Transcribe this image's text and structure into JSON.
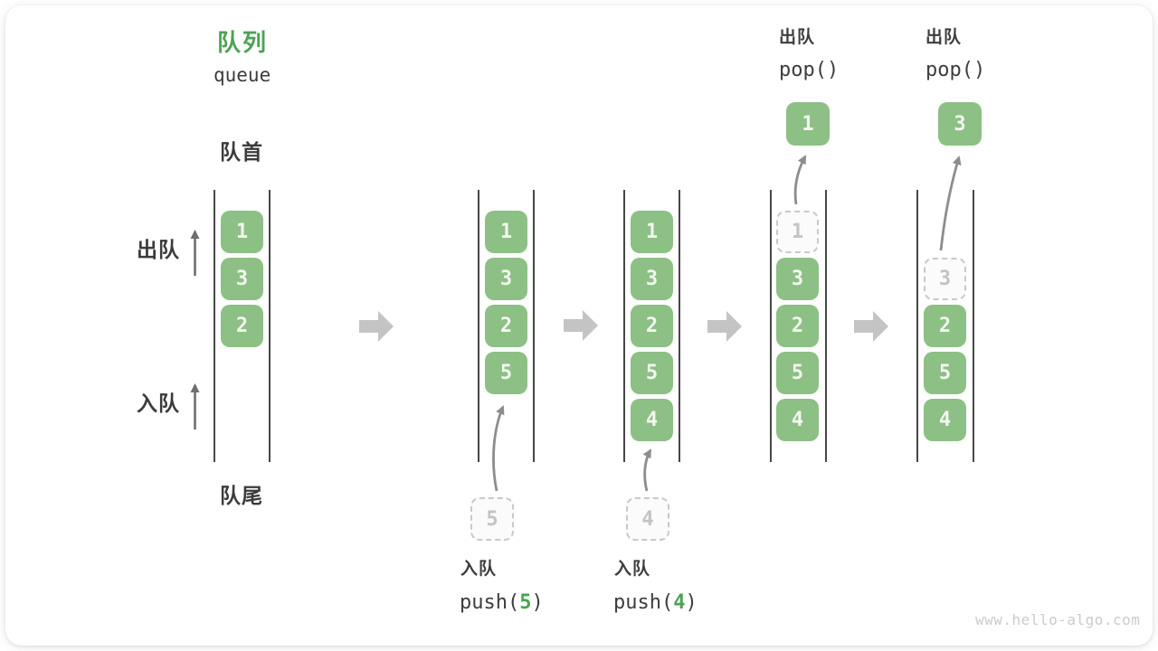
{
  "title": {
    "zh": "队列",
    "en": "queue"
  },
  "side_labels": {
    "front": "队首",
    "rear": "队尾",
    "dequeue": "出队",
    "enqueue": "入队"
  },
  "ops": {
    "push": [
      {
        "zh": "入队",
        "fn": "push(",
        "arg": "5",
        "close": ")"
      },
      {
        "zh": "入队",
        "fn": "push(",
        "arg": "4",
        "close": ")"
      }
    ],
    "pop": [
      {
        "zh": "出队",
        "fn": "pop()"
      },
      {
        "zh": "出队",
        "fn": "pop()"
      }
    ]
  },
  "states": [
    {
      "name": "initial",
      "cells": [
        {
          "v": "1",
          "style": "green",
          "slot": 0
        },
        {
          "v": "3",
          "style": "green",
          "slot": 1
        },
        {
          "v": "2",
          "style": "green",
          "slot": 2
        }
      ]
    },
    {
      "name": "after-push-5",
      "cells": [
        {
          "v": "1",
          "style": "green",
          "slot": 0
        },
        {
          "v": "3",
          "style": "green",
          "slot": 1
        },
        {
          "v": "2",
          "style": "green",
          "slot": 2
        },
        {
          "v": "5",
          "style": "green",
          "slot": 3
        }
      ],
      "pending": {
        "v": "5"
      }
    },
    {
      "name": "after-push-4",
      "cells": [
        {
          "v": "1",
          "style": "green",
          "slot": 0
        },
        {
          "v": "3",
          "style": "green",
          "slot": 1
        },
        {
          "v": "2",
          "style": "green",
          "slot": 2
        },
        {
          "v": "5",
          "style": "green",
          "slot": 3
        },
        {
          "v": "4",
          "style": "green",
          "slot": 4
        }
      ],
      "pending": {
        "v": "4"
      }
    },
    {
      "name": "after-pop-1",
      "cells": [
        {
          "v": "1",
          "style": "dashed",
          "slot": 0
        },
        {
          "v": "3",
          "style": "green",
          "slot": 1
        },
        {
          "v": "2",
          "style": "green",
          "slot": 2
        },
        {
          "v": "5",
          "style": "green",
          "slot": 3
        },
        {
          "v": "4",
          "style": "green",
          "slot": 4
        }
      ],
      "popped": {
        "v": "1"
      }
    },
    {
      "name": "after-pop-3",
      "cells": [
        {
          "v": "3",
          "style": "dashed",
          "slot": 1
        },
        {
          "v": "2",
          "style": "green",
          "slot": 2
        },
        {
          "v": "5",
          "style": "green",
          "slot": 3
        },
        {
          "v": "4",
          "style": "green",
          "slot": 4
        }
      ],
      "popped": {
        "v": "3"
      }
    }
  ],
  "watermark": "www.hello-algo.com",
  "colors": {
    "box_green": "#8CC084",
    "accent_green": "#4CA352",
    "dark_text": "#3B3B3B",
    "curve_arrow_gray": "#8D8D8D",
    "side_arrow_gray": "#6E6E6E",
    "block_arrow_gray": "#C4C4C4",
    "dashed_gray": "#C9C9C9",
    "rail_dark": "#474747",
    "watermark_gray": "#CBCBCB"
  }
}
